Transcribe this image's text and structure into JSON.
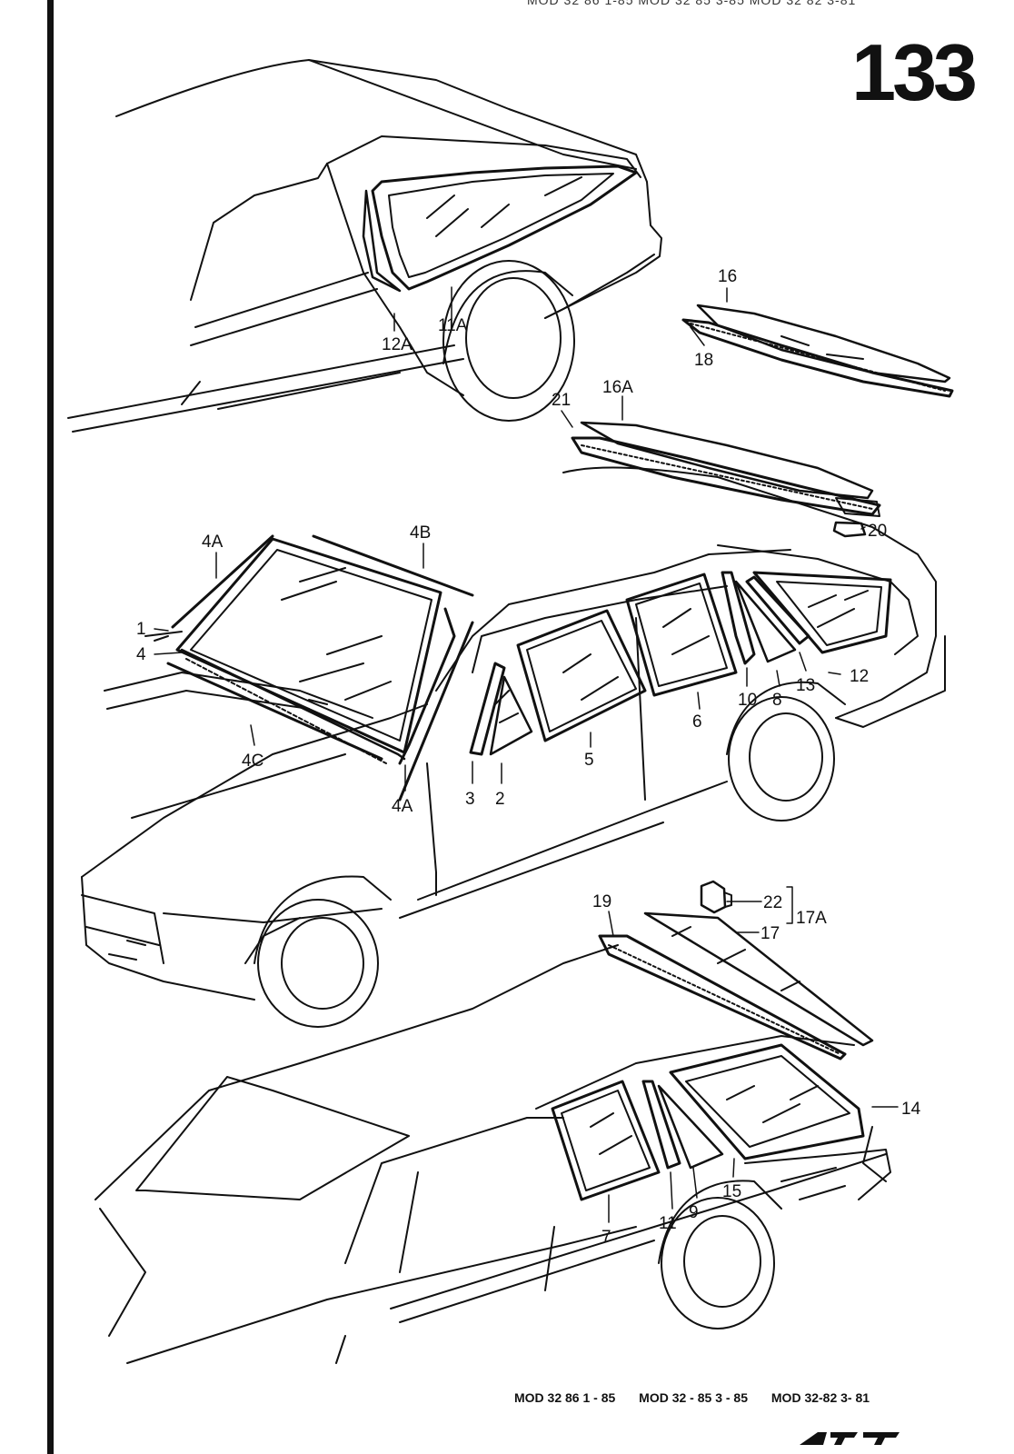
{
  "page_number": "133",
  "header_text": "MOD 32  86  1-85   MOD 32  85  3-85   MOD 32  82  3-81",
  "footer": {
    "models": [
      "MOD 32  86   1 - 85",
      "MOD 32 - 85   3 - 85",
      "MOD 32-82   3- 81"
    ]
  },
  "labels": {
    "l1": "1",
    "l2": "2",
    "l3": "3",
    "l4": "4",
    "l4A_top": "4A",
    "l4A_bottom": "4A",
    "l4B": "4B",
    "l4C": "4C",
    "l5": "5",
    "l6": "6",
    "l7": "7",
    "l8": "8",
    "l9": "9",
    "l10": "10",
    "l11": "11",
    "l11A": "11A",
    "l12": "12",
    "l12A": "12A",
    "l13": "13",
    "l14": "14",
    "l15": "15",
    "l16": "16",
    "l16A": "16A",
    "l17": "17",
    "l17A": "17A",
    "l18": "18",
    "l19": "19",
    "l20": "20",
    "l21": "21",
    "l22": "22"
  }
}
